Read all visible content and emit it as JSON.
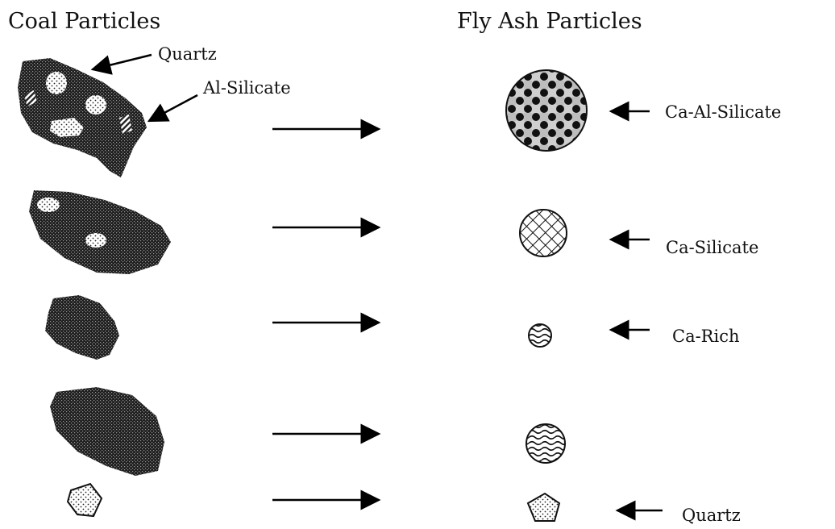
{
  "headings": {
    "coal": "Coal Particles",
    "fly_ash": "Fly Ash Particles"
  },
  "coal_labels": {
    "quartz": "Quartz",
    "al_silicate": "Al-Silicate"
  },
  "ash_labels": {
    "ca_al_silicate": "Ca-Al-Silicate",
    "ca_silicate": "Ca-Silicate",
    "ca_rich": "Ca-Rich",
    "quartz": "Quartz"
  }
}
